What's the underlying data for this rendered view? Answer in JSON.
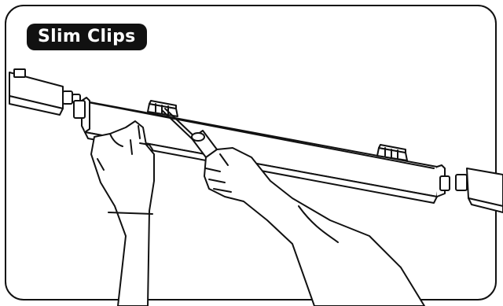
{
  "title": "Slim Clips",
  "colors": {
    "line": "#111111",
    "fill": "#ffffff",
    "badge_bg": "#111111",
    "badge_text": "#ffffff"
  },
  "icons": [
    "light-bar",
    "mounting-clip",
    "connector",
    "screwdriver",
    "left-hand",
    "right-hand"
  ]
}
